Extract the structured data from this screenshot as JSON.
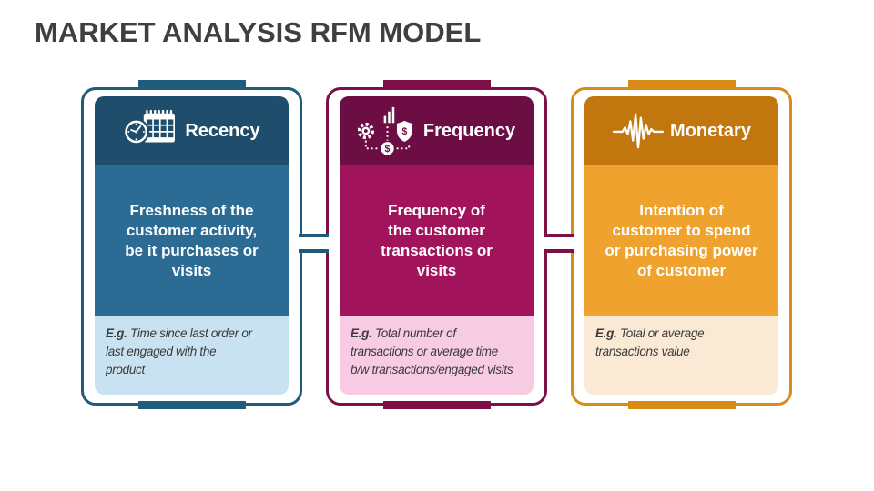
{
  "slide": {
    "title": "MARKET ANALYSIS RFM MODEL",
    "title_color": "#3F3F3F",
    "background": "#FFFFFF"
  },
  "cards": [
    {
      "name": "recency",
      "title": "Recency",
      "icon": "calendar-clock-icon",
      "description": "Freshness of the\ncustomer activity,\nbe it purchases or\nvisits",
      "example_label": "E.g.",
      "example_text": " Time since last order or\nlast engaged with the\nproduct",
      "colors": {
        "border": "#1F5B7B",
        "header": "#1F4E6C",
        "body": "#2B6B94",
        "footer": "#C9E2F1"
      }
    },
    {
      "name": "frequency",
      "title": "Frequency",
      "icon": "gear-shield-dollar-icon",
      "description": "Frequency of\nthe customer\ntransactions or\nvisits",
      "example_label": "E.g.",
      "example_text": " Total number of\ntransactions or average time\nb/w transactions/engaged visits",
      "colors": {
        "border": "#7E1048",
        "header": "#6C0E43",
        "body": "#A1145C",
        "footer": "#F7CBE1"
      }
    },
    {
      "name": "monetary",
      "title": "Monetary",
      "icon": "pulse-icon",
      "description": "Intention of\ncustomer to spend\nor purchasing power\nof customer",
      "example_label": "E.g.",
      "example_text": " Total or average\ntransactions value",
      "colors": {
        "border": "#D78D15",
        "header": "#C1760E",
        "body": "#F0A22E",
        "footer": "#FAE9D4"
      }
    }
  ],
  "connectors": [
    {
      "between": "recency-frequency",
      "color": "#1F5B7B"
    },
    {
      "between": "frequency-monetary",
      "color": "#7E1048"
    }
  ],
  "example_text_color": "#3A3A3A"
}
